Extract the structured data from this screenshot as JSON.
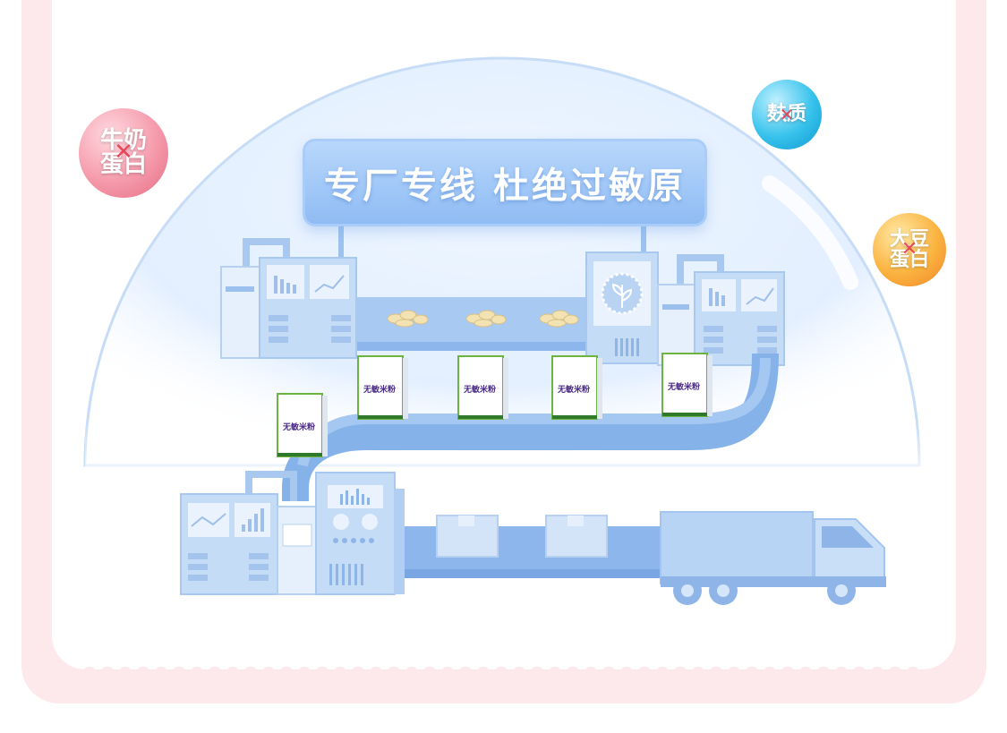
{
  "banner": {
    "title": "专厂专线 杜绝过敏原"
  },
  "allergens": [
    {
      "line1": "牛奶",
      "line2": "蛋白",
      "color": "#f48ba0"
    },
    {
      "line1": "麸质",
      "line2": "",
      "color": "#2bb8ea"
    },
    {
      "line1": "大豆",
      "line2": "蛋白",
      "color": "#f9a53a"
    }
  ],
  "product": {
    "box_label": "无敏米粉"
  },
  "colors": {
    "frame": "#fde9ec",
    "machine": "#b9d5f5",
    "belt": "#7faee8"
  }
}
